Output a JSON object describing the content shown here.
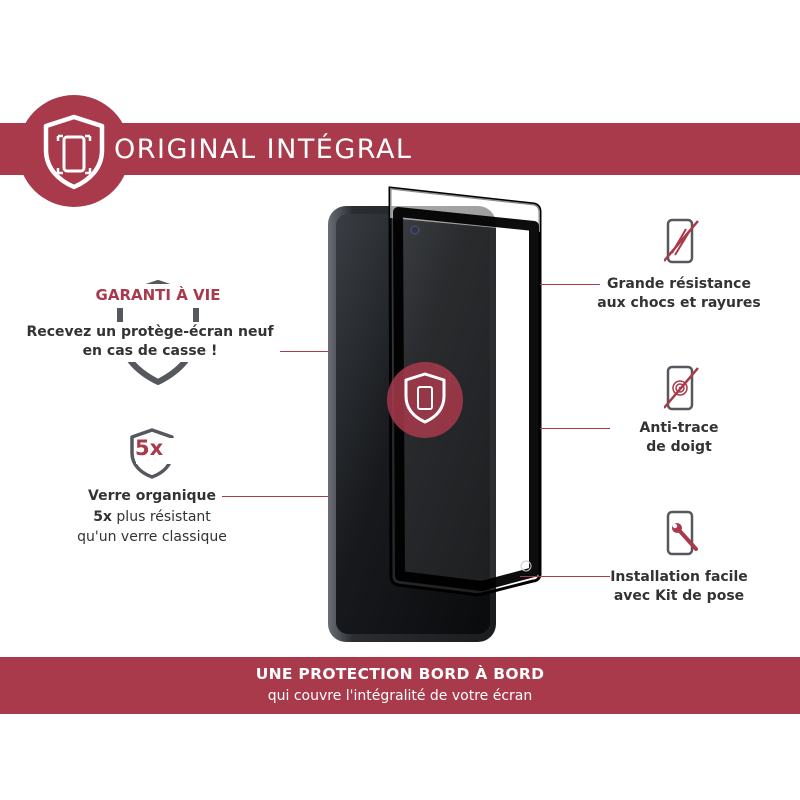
{
  "banner": {
    "title": "ORIGINAL INTÉGRAL"
  },
  "features": {
    "lifetime": {
      "title": "GARANTI À VIE",
      "line1": "Recevez un protège-écran neuf",
      "line2": "en cas de casse !"
    },
    "organic": {
      "badge": "5x",
      "title": "Verre organique",
      "line2_bold": "5x",
      "line2_rest": " plus résistant",
      "line3": "qu'un verre classique"
    },
    "resistance": {
      "line1": "Grande résistance",
      "line2": "aux chocs et rayures"
    },
    "antitrace": {
      "line1": "Anti-trace",
      "line2": "de doigt"
    },
    "install": {
      "line1": "Installation facile",
      "line2": "avec Kit de pose"
    }
  },
  "footer": {
    "title": "UNE PROTECTION BORD À BORD",
    "subtitle": "qui couvre l'intégralité de votre écran"
  },
  "colors": {
    "accent": "#a83a4b",
    "text": "#333333",
    "icon_gray": "#55585c"
  },
  "icons": [
    "shield-phone-icon",
    "shield-outline-icon",
    "shield-5x-icon",
    "phone-scratch-icon",
    "phone-fingerprint-icon",
    "phone-wrench-icon"
  ]
}
